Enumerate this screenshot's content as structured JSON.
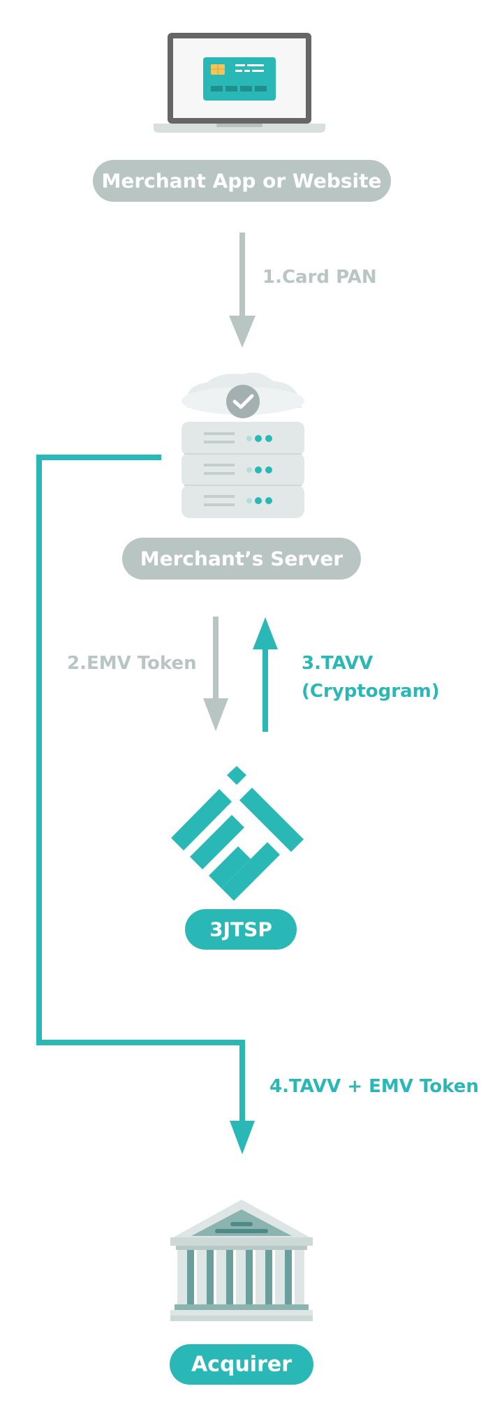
{
  "colors": {
    "teal": "#2ab8b6",
    "gray": "#b8c5c3",
    "gray_dark": "#9aa9a7",
    "laptop_frame": "#666666",
    "card_chip": "#f3c45a",
    "bank_light": "#dde6e4",
    "bank_dark": "#6a9f9b"
  },
  "nodes": {
    "merchant_app": {
      "label": "Merchant App or Website"
    },
    "merchant_server": {
      "label": "Merchant’s Server"
    },
    "tsp": {
      "label": "3JTSP"
    },
    "acquirer": {
      "label": "Acquirer"
    }
  },
  "steps": {
    "step1": {
      "label": "1.Card PAN"
    },
    "step2": {
      "label": "2.EMV Token"
    },
    "step3": {
      "line1": "3.TAVV",
      "line2": "(Cryptogram)"
    },
    "step4": {
      "label": "4.TAVV + EMV Token"
    }
  }
}
